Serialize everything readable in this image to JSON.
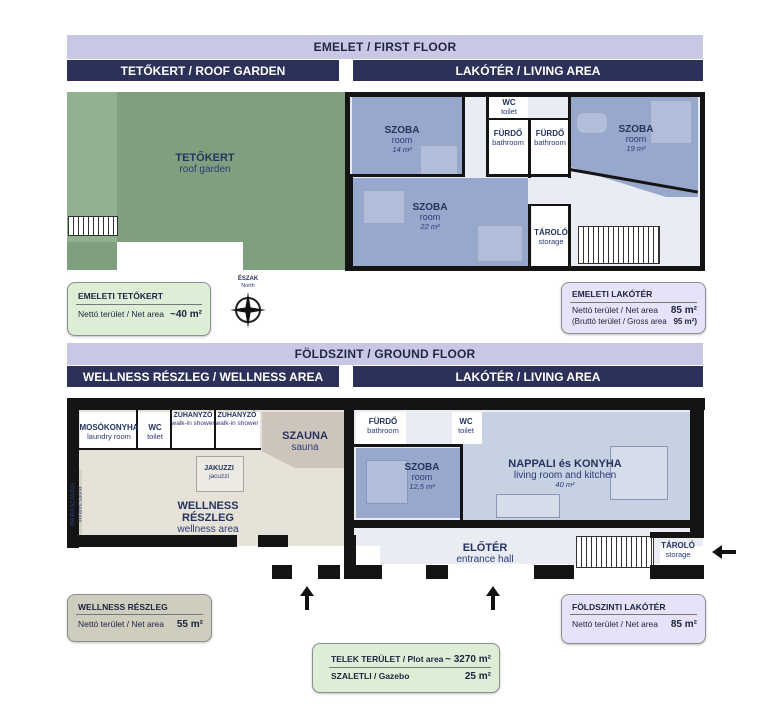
{
  "header": {
    "first_floor": "EMELET / FIRST FLOOR",
    "roof_garden": "TETŐKERT / ROOF GARDEN",
    "living_area_top": "LAKÓTÉR / LIVING AREA",
    "ground_floor": "FÖLDSZINT / GROUND FLOOR",
    "wellness_area": "WELLNESS RÉSZLEG / WELLNESS AREA",
    "living_area_bottom": "LAKÓTÉR / LIVING AREA"
  },
  "compass": {
    "hu": "ÉSZAK",
    "en": "North"
  },
  "first_floor_rooms": {
    "roof_garden": {
      "hu": "TETŐKERT",
      "en": "roof garden"
    },
    "room_a": {
      "hu": "SZOBA",
      "en": "room",
      "area": "14 m²"
    },
    "room_b": {
      "hu": "SZOBA",
      "en": "room",
      "area": "22 m²"
    },
    "room_c": {
      "hu": "SZOBA",
      "en": "room",
      "area": "19 m²"
    },
    "wc": {
      "hu": "WC",
      "en": "toilet"
    },
    "bath_a": {
      "hu": "FÜRDŐ",
      "en": "bathroom"
    },
    "bath_b": {
      "hu": "FÜRDŐ",
      "en": "bathroom"
    },
    "storage": {
      "hu": "TÁROLÓ",
      "en": "storage"
    }
  },
  "ground_floor_rooms": {
    "laundry": {
      "hu": "MOSÓKONYHA",
      "en": "laundry room"
    },
    "wc_a": {
      "hu": "WC",
      "en": "toilet"
    },
    "shower_a": {
      "hu": "ZUHANYZÓ",
      "en": "walk-in shower"
    },
    "shower_b": {
      "hu": "ZUHANYZÓ",
      "en": "walk-in shower"
    },
    "sauna": {
      "hu": "SZAUNA",
      "en": "sauna"
    },
    "jacuzzi": {
      "hu": "JAKUZZI",
      "en": "jacuzzi"
    },
    "infrasauna": {
      "hu": "INFRASZAUNA",
      "en": "infrared sauna"
    },
    "wellness": {
      "hu": "WELLNESS RÉSZLEG",
      "en": "wellness area"
    },
    "bath": {
      "hu": "FÜRDŐ",
      "en": "bathroom"
    },
    "wc_b": {
      "hu": "WC",
      "en": "toilet"
    },
    "room": {
      "hu": "SZOBA",
      "en": "room",
      "area": "12,5 m²"
    },
    "living": {
      "hu": "NAPPALI és KONYHA",
      "en": "living room and kitchen",
      "area": "40 m²"
    },
    "hall": {
      "hu": "ELŐTÉR",
      "en": "entrance hall"
    },
    "storage": {
      "hu": "TÁROLÓ",
      "en": "storage"
    }
  },
  "info": {
    "roof_garden": {
      "title": "EMELETI TETŐKERT",
      "label": "Nettó terület / Net area",
      "value": "~40 m²"
    },
    "upper_living": {
      "title": "EMELETI LAKÓTÉR",
      "label1": "Nettó terület / Net area",
      "value1": "85 m²",
      "label2": "(Bruttó terület / Gross area",
      "value2": "95 m²)"
    },
    "wellness": {
      "title": "WELLNESS RÉSZLEG",
      "label": "Nettó terület / Net area",
      "value": "55 m²"
    },
    "ground_living": {
      "title": "FÖLDSZINTI LAKÓTÉR",
      "label": "Nettó terület / Net area",
      "value": "85 m²"
    },
    "plot": {
      "label1": "TELEK TERÜLET / Plot area",
      "value1": "~ 3270 m²",
      "label2": "SZALETLI / Gazebo",
      "value2": "25 m²"
    }
  },
  "colors": {
    "header_light": "#c9c8e4",
    "header_dark": "#2b3158",
    "room_blue": "#98a8cc",
    "garden_green": "#7f9f7f",
    "wellness_beige": "#e6e2d8",
    "living_light": "#c6d2e2",
    "box_green": "#dcefd6",
    "box_purple": "#e6e2f8",
    "box_beige": "#cfcdbd"
  }
}
